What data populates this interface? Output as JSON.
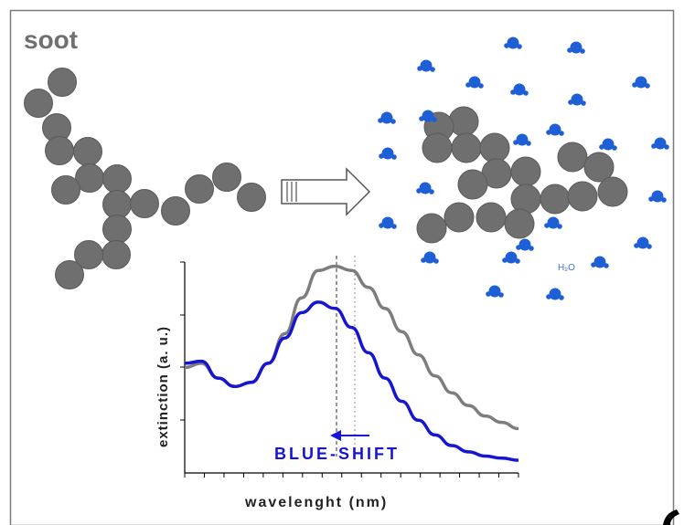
{
  "labels": {
    "title": "soot",
    "water": "H₂O",
    "shift": "BLUE-SHIFT",
    "xlabel": "wavelenght (nm)",
    "ylabel": "extinction (a. u.)"
  },
  "colors": {
    "particle": "#6f6f6f",
    "particle_edge": "#5a5a5a",
    "water": "#1f5fd6",
    "before": "#7d7d7d",
    "after": "#1515d2",
    "frame": "#7a7a7a",
    "title": "#707070"
  },
  "chart_data": {
    "type": "line",
    "xlabel": "wavelenght (nm)",
    "ylabel": "extinction (a. u.)",
    "x_ticks_labeled": false,
    "y_ticks_labeled": false,
    "annotation": "BLUE-SHIFT",
    "series": [
      {
        "x": [
          0,
          0.05,
          0.1,
          0.15,
          0.2,
          0.25,
          0.3,
          0.35,
          0.4,
          0.45,
          0.5,
          0.55,
          0.6,
          0.65,
          0.7,
          0.75,
          0.8,
          0.85,
          0.9,
          0.95,
          1.0
        ],
        "values": [
          0.5,
          0.52,
          0.45,
          0.41,
          0.43,
          0.52,
          0.66,
          0.83,
          0.96,
          0.98,
          0.96,
          0.88,
          0.78,
          0.67,
          0.56,
          0.46,
          0.38,
          0.32,
          0.27,
          0.24,
          0.21
        ]
      },
      {
        "x": [
          0,
          0.05,
          0.1,
          0.15,
          0.2,
          0.25,
          0.3,
          0.35,
          0.4,
          0.45,
          0.5,
          0.55,
          0.6,
          0.65,
          0.7,
          0.75,
          0.8,
          0.85,
          0.9,
          0.95,
          1.0
        ],
        "values": [
          0.52,
          0.53,
          0.45,
          0.41,
          0.43,
          0.52,
          0.64,
          0.76,
          0.81,
          0.78,
          0.69,
          0.57,
          0.45,
          0.34,
          0.25,
          0.18,
          0.13,
          0.1,
          0.08,
          0.07,
          0.06
        ]
      }
    ]
  }
}
